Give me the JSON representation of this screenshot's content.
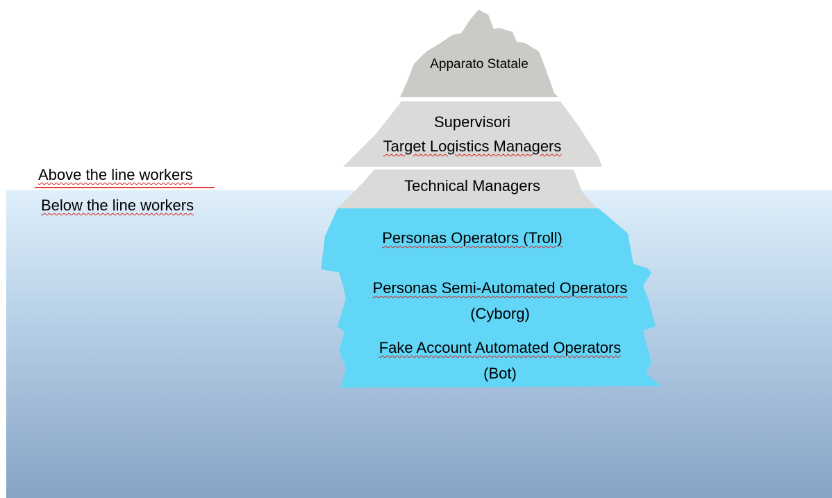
{
  "side_labels": {
    "above": "Above the line workers",
    "below": "Below the line workers"
  },
  "tiers": {
    "apparato": "Apparato Statale",
    "supervisori": "Supervisori",
    "target_logistics": "Target Logistics Managers",
    "technical": "Technical Managers",
    "troll": "Personas Operators (Troll)",
    "cyborg_line1": "Personas Semi-Automated Operators",
    "cyborg_line2": "(Cyborg)",
    "bot_line1": "Fake Account Automated Operators",
    "bot_line2": "(Bot)"
  },
  "colors": {
    "water_top": "#deeef9",
    "water_bottom": "#8aa5c7",
    "iceberg_above": "#c9ccc7",
    "iceberg_middle": "#dcdcda",
    "iceberg_below": "#62d7f7",
    "line_accent": "#e53935"
  }
}
